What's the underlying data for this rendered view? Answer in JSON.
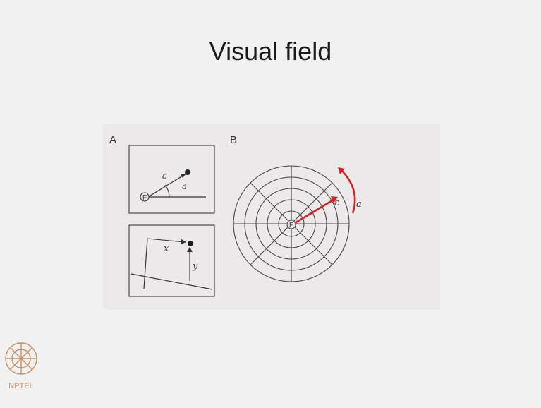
{
  "slide": {
    "title": "Visual field"
  },
  "figure": {
    "panel_a": {
      "label": "A",
      "polar_symbols": {
        "fixation": "F",
        "eccentricity": "ε",
        "angle": "a"
      },
      "cartesian_symbols": {
        "x": "x",
        "y": "y"
      }
    },
    "panel_b": {
      "label": "B",
      "fixation": "F",
      "eccentricity": "ε",
      "angle": "a",
      "ring_count": 5,
      "meridian_count": 8,
      "arrow_color": "#d42020"
    }
  },
  "logo": {
    "text": "NPTEL",
    "color": "#c9905f"
  }
}
